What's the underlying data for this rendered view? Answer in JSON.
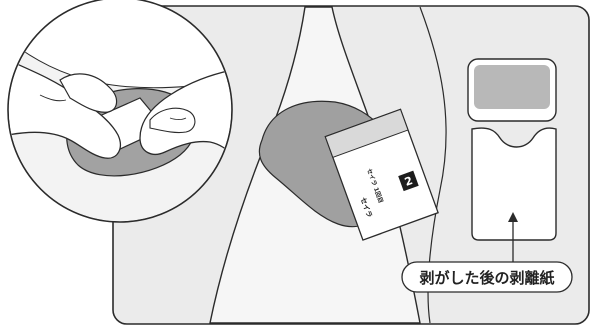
{
  "illustration": {
    "callout_label": "剥がした後の剥離紙",
    "step_number": "2",
    "sticker_brand": "セイラ",
    "sticker_side_text": "セイラ 1回目"
  },
  "colors": {
    "skin": "#d7d7d7",
    "skin_dark": "#b9b9b9",
    "panel_bg": "#ebebeb",
    "sticker_gray": "#9d9d9d",
    "outline": "#2b2b2b",
    "white": "#ffffff",
    "step_badge": "#1c1c1c"
  }
}
